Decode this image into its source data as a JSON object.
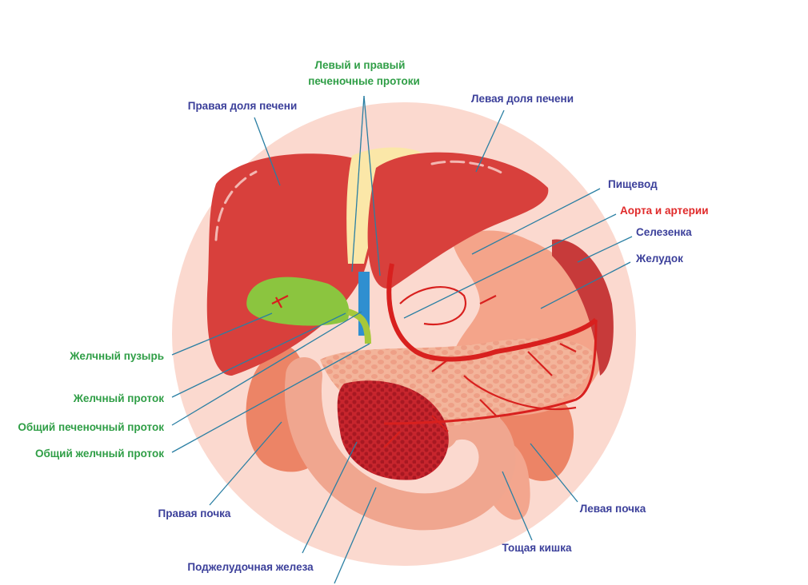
{
  "labels": {
    "right_lobe": "Правая доля печени",
    "hepatic_ducts_line1": "Левый и правый",
    "hepatic_ducts_line2": "печеночные протоки",
    "left_lobe": "Левая доля печени",
    "esophagus": "Пищевод",
    "aorta": "Аорта и артерии",
    "spleen": "Селезенка",
    "stomach": "Желудок",
    "gallbladder": "Желчный пузырь",
    "bile_duct": "Желчный проток",
    "common_hepatic_duct": "Общий печеночный проток",
    "common_bile_duct": "Общий желчный проток",
    "right_kidney": "Правая почка",
    "pancreas": "Поджелудочная железа",
    "left_kidney": "Левая почка",
    "jejunum": "Тощая кишка"
  },
  "colors": {
    "blue_label": "#3b3f9a",
    "green_label": "#2f9e46",
    "red_label": "#e02a2a",
    "leader_line": "#2a7fa3",
    "background_circle": "#fbd9cf",
    "liver": "#d8403c",
    "gallbladder": "#8bc53f",
    "duct_blue": "#2f8fd0",
    "pancreas": "#f3b49a",
    "duodenum": "#c7252d",
    "kidney": "#ec8466",
    "stomach": "#f4a48a"
  }
}
